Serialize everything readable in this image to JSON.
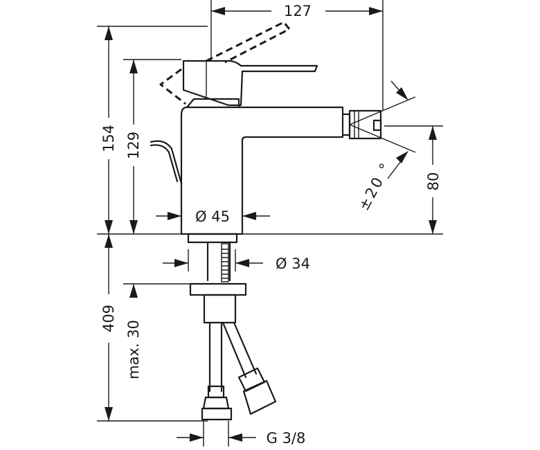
{
  "drawing": {
    "dimensions": {
      "width_127": "127",
      "height_154": "154",
      "height_129": "129",
      "diameter_45": "Ø 45",
      "diameter_34": "Ø 34",
      "angle_20": "±20 °",
      "height_80": "80",
      "length_409": "409",
      "max_30": "max. 30",
      "thread": "G 3/8"
    }
  }
}
